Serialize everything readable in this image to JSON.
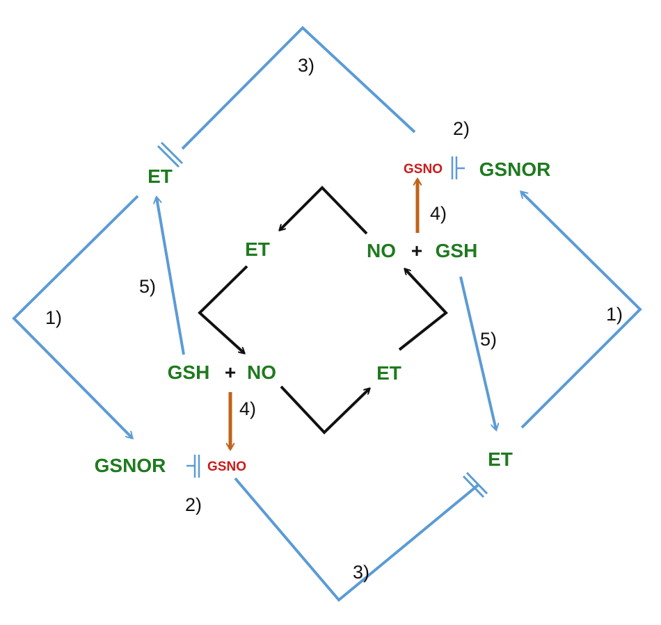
{
  "colors": {
    "green": "#1f7a1f",
    "red": "#cc1a1a",
    "black": "#111111",
    "blue": "#5b9bd5",
    "orange": "#c0631a"
  },
  "labels": {
    "et": "ET",
    "gsh": "GSH",
    "no": "NO",
    "plus": "+",
    "gsnor": "GSNOR",
    "gsno": "GSNO"
  },
  "steps": {
    "s1": "1)",
    "s2": "2)",
    "s3": "3)",
    "s4": "4)",
    "s5": "5)"
  }
}
